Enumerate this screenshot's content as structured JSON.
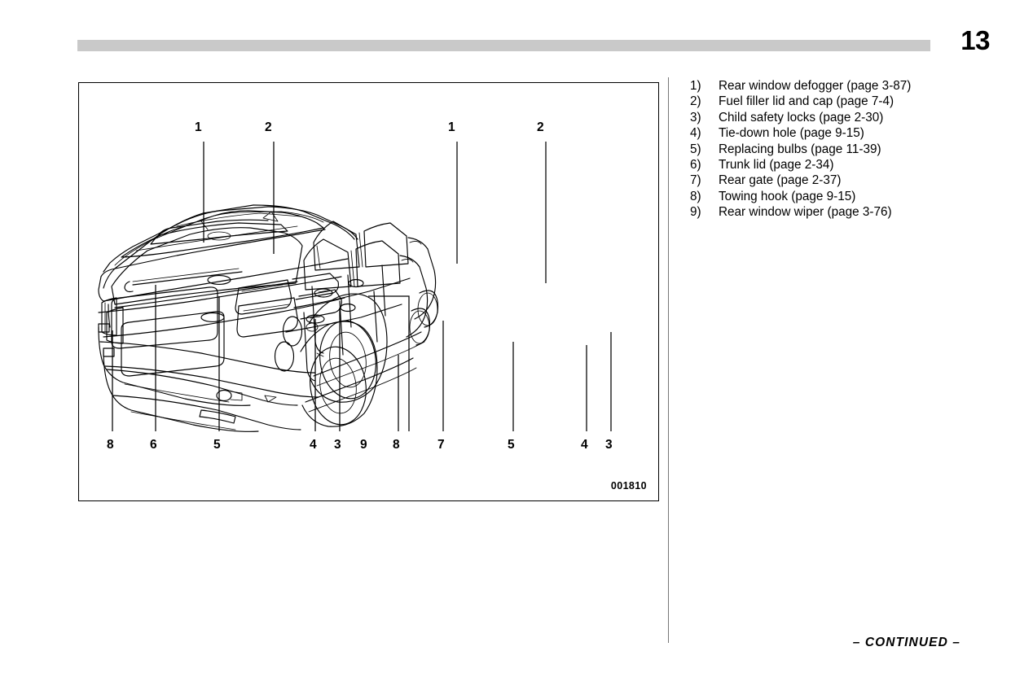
{
  "page": {
    "number": "13",
    "footer_note": "– CONTINUED –"
  },
  "figure": {
    "id_code": "001810",
    "caption_vehicles": [
      "sedan-rear-three-quarter",
      "hatchback-rear-three-quarter"
    ],
    "callouts_top": [
      {
        "label": "1",
        "vehicle": "sedan"
      },
      {
        "label": "2",
        "vehicle": "sedan"
      },
      {
        "label": "1",
        "vehicle": "hatchback"
      },
      {
        "label": "2",
        "vehicle": "hatchback"
      }
    ],
    "callouts_bottom": [
      {
        "label": "8",
        "vehicle": "sedan"
      },
      {
        "label": "6",
        "vehicle": "sedan"
      },
      {
        "label": "5",
        "vehicle": "sedan"
      },
      {
        "label": "4",
        "vehicle": "sedan"
      },
      {
        "label": "3",
        "vehicle": "sedan"
      },
      {
        "label": "9",
        "vehicle": "hatchback"
      },
      {
        "label": "8",
        "vehicle": "hatchback"
      },
      {
        "label": "7",
        "vehicle": "hatchback"
      },
      {
        "label": "5",
        "vehicle": "hatchback"
      },
      {
        "label": "4",
        "vehicle": "hatchback"
      },
      {
        "label": "3",
        "vehicle": "hatchback"
      }
    ]
  },
  "legend": {
    "items": [
      {
        "num": "1)",
        "label": "Rear window defogger (page 3-87)"
      },
      {
        "num": "2)",
        "label": "Fuel filler lid and cap (page 7-4)"
      },
      {
        "num": "3)",
        "label": "Child safety locks (page 2-30)"
      },
      {
        "num": "4)",
        "label": "Tie-down hole (page 9-15)"
      },
      {
        "num": "5)",
        "label": "Replacing bulbs (page 11-39)"
      },
      {
        "num": "6)",
        "label": "Trunk lid (page 2-34)"
      },
      {
        "num": "7)",
        "label": "Rear gate (page 2-37)"
      },
      {
        "num": "8)",
        "label": "Towing hook (page 9-15)"
      },
      {
        "num": "9)",
        "label": "Rear window wiper (page 3-76)"
      }
    ]
  },
  "colors": {
    "header_rule": "#c9c9c9",
    "divider": "#777777",
    "ink": "#000000",
    "paper": "#ffffff"
  }
}
